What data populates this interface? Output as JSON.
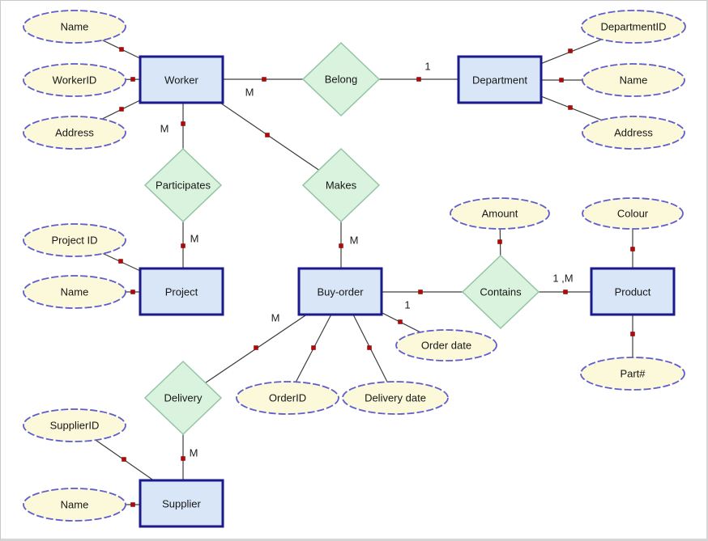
{
  "diagram": {
    "type": "entity-relationship-diagram",
    "entities": [
      {
        "id": "worker",
        "label": "Worker"
      },
      {
        "id": "department",
        "label": "Department"
      },
      {
        "id": "project",
        "label": "Project"
      },
      {
        "id": "buy-order",
        "label": "Buy-order"
      },
      {
        "id": "product",
        "label": "Product"
      },
      {
        "id": "supplier",
        "label": "Supplier"
      }
    ],
    "relationships": [
      {
        "id": "belong",
        "label": "Belong",
        "between": [
          "Worker",
          "Department"
        ]
      },
      {
        "id": "participates",
        "label": "Participates",
        "between": [
          "Worker",
          "Project"
        ]
      },
      {
        "id": "makes",
        "label": "Makes",
        "between": [
          "Worker",
          "Buy-order"
        ]
      },
      {
        "id": "contains",
        "label": "Contains",
        "between": [
          "Buy-order",
          "Product"
        ]
      },
      {
        "id": "delivery",
        "label": "Delivery",
        "between": [
          "Buy-order",
          "Supplier"
        ]
      }
    ],
    "attributes": [
      {
        "id": "worker-name",
        "label": "Name",
        "of": "Worker"
      },
      {
        "id": "worker-id",
        "label": "WorkerID",
        "of": "Worker"
      },
      {
        "id": "worker-address",
        "label": "Address",
        "of": "Worker"
      },
      {
        "id": "department-id",
        "label": "DepartmentID",
        "of": "Department"
      },
      {
        "id": "department-name",
        "label": "Name",
        "of": "Department"
      },
      {
        "id": "department-address",
        "label": "Address",
        "of": "Department"
      },
      {
        "id": "project-id",
        "label": "Project ID",
        "of": "Project"
      },
      {
        "id": "project-name",
        "label": "Name",
        "of": "Project"
      },
      {
        "id": "amount",
        "label": "Amount",
        "of": "Contains"
      },
      {
        "id": "order-date",
        "label": "Order date",
        "of": "Buy-order"
      },
      {
        "id": "order-id",
        "label": "OrderID",
        "of": "Buy-order"
      },
      {
        "id": "delivery-date",
        "label": "Delivery date",
        "of": "Buy-order"
      },
      {
        "id": "colour",
        "label": "Colour",
        "of": "Product"
      },
      {
        "id": "part-number",
        "label": "Part#",
        "of": "Product"
      },
      {
        "id": "supplier-id",
        "label": "SupplierID",
        "of": "Supplier"
      },
      {
        "id": "supplier-name",
        "label": "Name",
        "of": "Supplier"
      }
    ],
    "cardinalities": [
      {
        "id": "worker-belong",
        "label": "M"
      },
      {
        "id": "belong-department",
        "label": "1"
      },
      {
        "id": "worker-participates",
        "label": "M"
      },
      {
        "id": "participates-project",
        "label": "M"
      },
      {
        "id": "makes-buyorder",
        "label": "M"
      },
      {
        "id": "buyorder-contains",
        "label": "1"
      },
      {
        "id": "contains-product",
        "label": "1 ,M"
      },
      {
        "id": "buyorder-delivery",
        "label": "M"
      },
      {
        "id": "delivery-supplier",
        "label": "M"
      }
    ],
    "colors": {
      "entity_fill": "#d8e6f8",
      "entity_border": "#1a1a8c",
      "relationship_fill": "#daf3de",
      "relationship_border": "#93c4a4",
      "attribute_fill": "#fcf8da",
      "attribute_border": "#5d5dce",
      "connector": "#3d3d3d",
      "junction_dot": "#b30808"
    }
  }
}
